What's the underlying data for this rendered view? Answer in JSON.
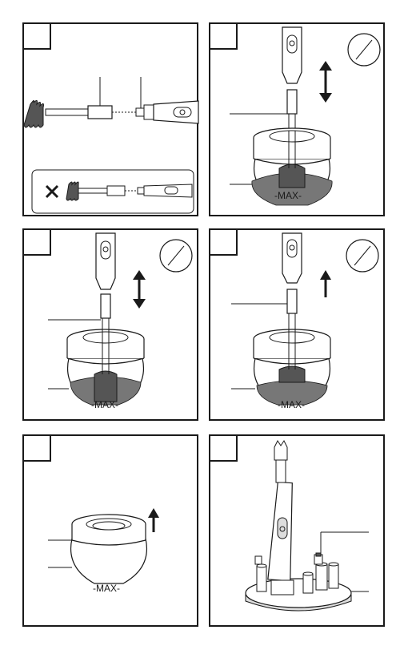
{
  "panels": [
    {
      "id": 1,
      "max_label": ""
    },
    {
      "id": 2,
      "max_label": "-MAX-"
    },
    {
      "id": 3,
      "max_label": "-MAX-"
    },
    {
      "id": 4,
      "max_label": "-MAX-"
    },
    {
      "id": 5,
      "max_label": "-MAX-"
    },
    {
      "id": 6,
      "max_label": ""
    }
  ],
  "colors": {
    "line": "#1a1a1a",
    "liquid": "#777777",
    "bristle": "#555555"
  },
  "icons": [
    "brush-icon",
    "clock-icon",
    "double-arrow-icon",
    "up-arrow-icon",
    "cross-icon"
  ]
}
